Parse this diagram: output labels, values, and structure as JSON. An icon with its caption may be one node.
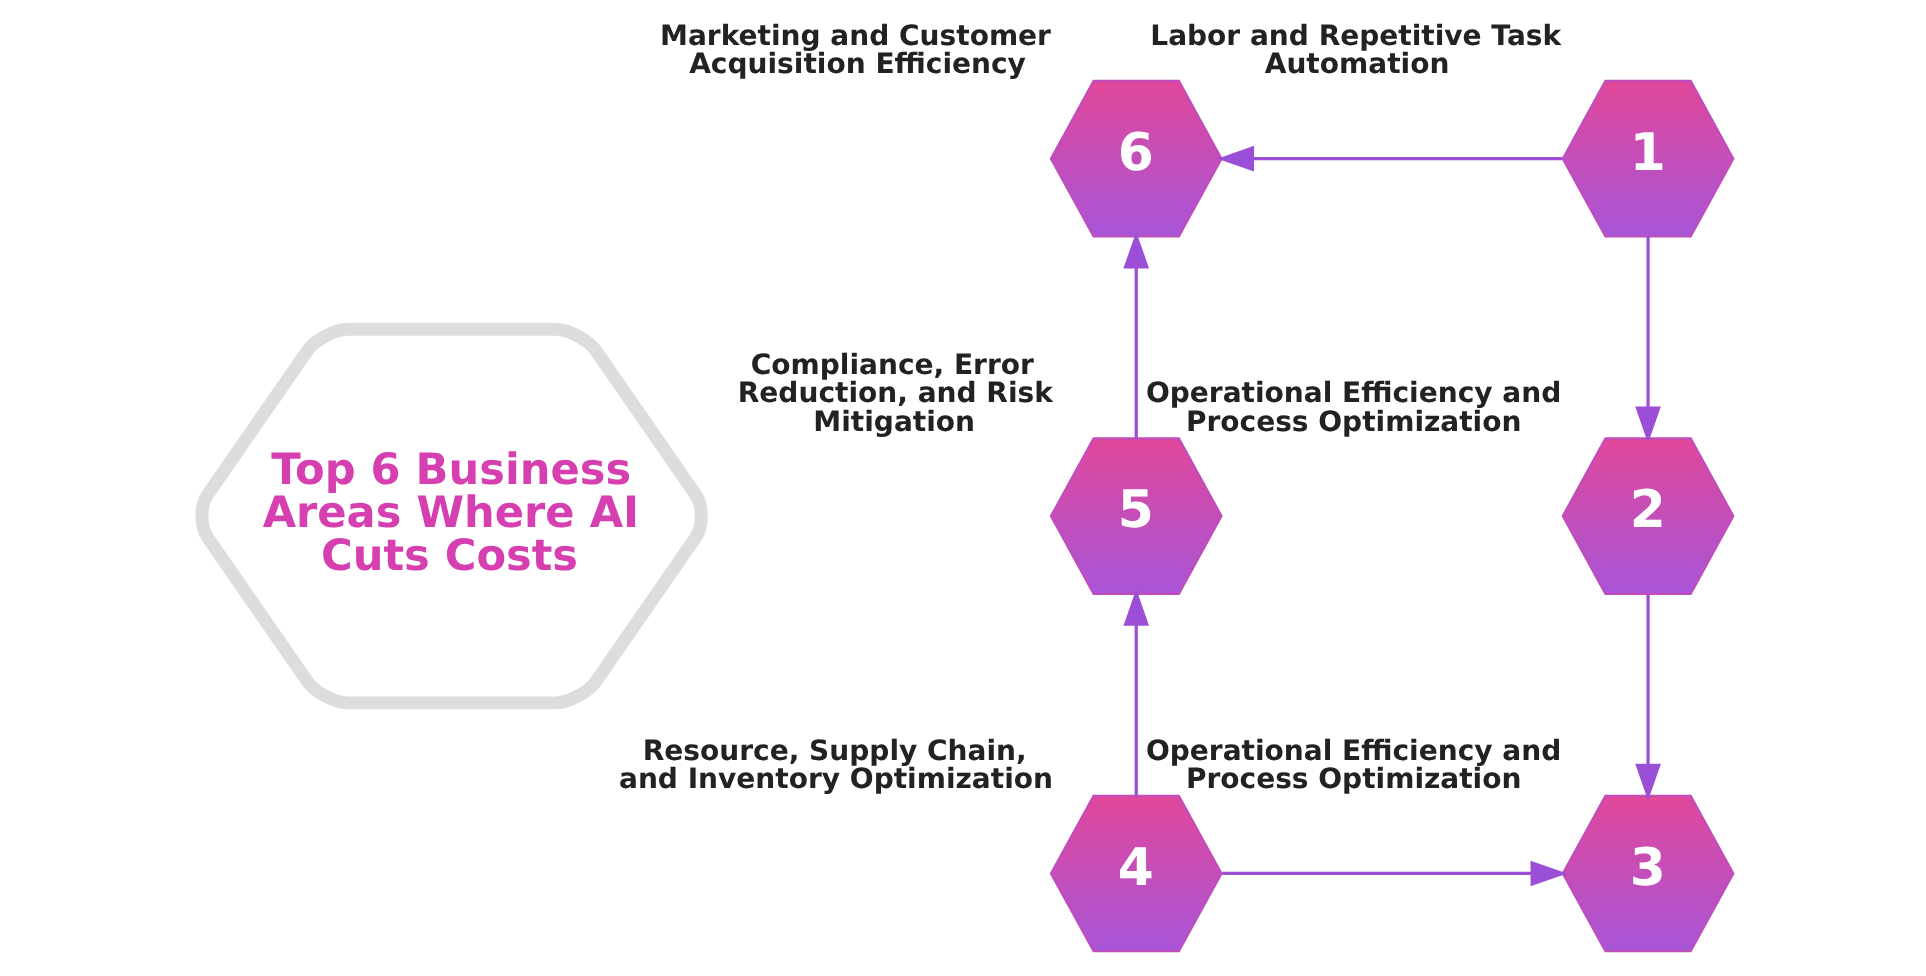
{
  "diagram": {
    "nodes": [
      {
        "text": [
          "Top 6 Business Areas Where AI Cuts Costs"
        ]
      },
      {
        "text": [
          "1"
        ],
        "beside": [
          "Labor and Repetitive Task Automation"
        ]
      },
      {
        "text": [
          "2"
        ],
        "beside": [
          "Operational Efficiency and Process Optimization"
        ]
      },
      {
        "text": [
          "3"
        ],
        "beside": [
          "Operational Efficiency and Process Optimization"
        ]
      },
      {
        "text": [
          "4"
        ],
        "beside": [
          "Resource, Supply Chain, and Inventory Optimization"
        ]
      },
      {
        "text": [
          "5"
        ],
        "beside": [
          "Compliance, Error Reduction, and Risk Mitigation"
        ]
      },
      {
        "text": [
          "6"
        ],
        "beside": [
          "Marketing and Customer Acquisition Efficiency"
        ]
      }
    ],
    "edges": [
      {
        "from": 1,
        "to": 6,
        "arrow": "to"
      },
      {
        "from": 5,
        "to": 6,
        "arrow": "to"
      },
      {
        "from": 1,
        "to": 2,
        "arrow": "to"
      },
      {
        "from": 4,
        "to": 5,
        "arrow": "to"
      },
      {
        "from": 2,
        "to": 3,
        "arrow": "to"
      },
      {
        "from": 4,
        "to": 3,
        "arrow": "to"
      }
    ]
  }
}
